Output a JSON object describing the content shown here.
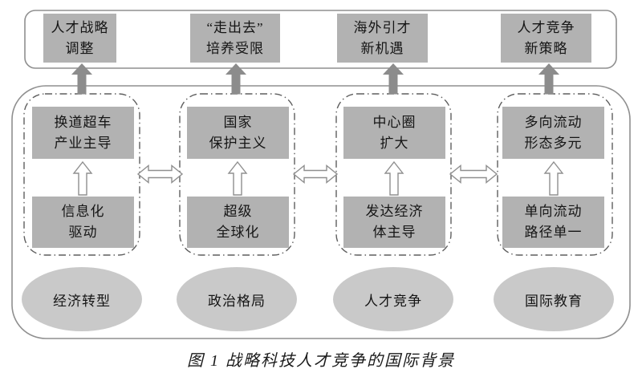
{
  "figure": {
    "caption": "图 1  战略科技人才竞争的国际背景",
    "columns": [
      {
        "outcome": "人才战略\n调整",
        "upper": "换道超车\n产业主导",
        "lower": "信息化\n驱动",
        "domain": "经济转型"
      },
      {
        "outcome": "“走出去”\n培养受限",
        "upper": "国家\n保护主义",
        "lower": "超级\n全球化",
        "domain": "政治格局"
      },
      {
        "outcome": "海外引才\n新机遇",
        "upper": "中心圈\n扩大",
        "lower": "发达经济\n体主导",
        "domain": "人才竞争"
      },
      {
        "outcome": "人才竞争\n新策略",
        "upper": "多向流动\n形态多元",
        "lower": "单向流动\n路径单一",
        "domain": "国际教育"
      }
    ],
    "icons": {
      "up_arrow": "solid-up-arrow",
      "hollow_up_arrow": "hollow-up-arrow",
      "double_arrow": "double-headed-arrow"
    },
    "colors": {
      "box_fill": "#b2b2b2",
      "ellipse_fill": "#c9c9c9",
      "solid_arrow_fill": "#8c8c8c",
      "frame_stroke": "#8f8f8f",
      "dash_frame_stroke": "#5f5f5f",
      "text": "#151515"
    }
  }
}
